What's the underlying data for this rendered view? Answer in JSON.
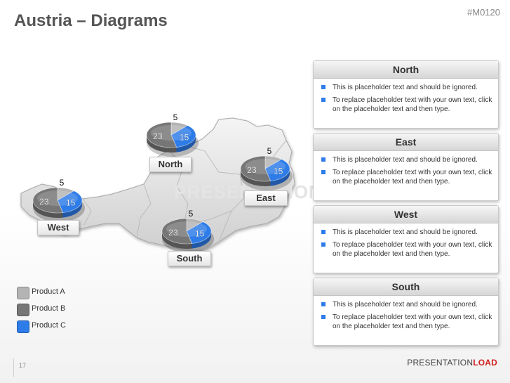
{
  "slide": {
    "title": "Austria – Diagrams",
    "code": "#M0120",
    "watermark": "PRESENTATIONLOAD",
    "page_number": "17",
    "brand_part1": "PRESENTATION",
    "brand_part2": "LOAD"
  },
  "colors": {
    "product_a": "#b4b4b4",
    "product_b": "#767676",
    "product_c": "#2e7ce8",
    "bullet": "#2e7ce8"
  },
  "legend": [
    {
      "label": "Product A",
      "color": "#b4b4b4"
    },
    {
      "label": "Product B",
      "color": "#767676"
    },
    {
      "label": "Product C",
      "color": "#2e7ce8"
    }
  ],
  "regions": [
    {
      "name": "North",
      "product_a": 5,
      "product_b": 23,
      "product_c": 15
    },
    {
      "name": "East",
      "product_a": 5,
      "product_b": 23,
      "product_c": 15
    },
    {
      "name": "West",
      "product_a": 5,
      "product_b": 23,
      "product_c": 15
    },
    {
      "name": "South",
      "product_a": 5,
      "product_b": 23,
      "product_c": 15
    }
  ],
  "panels": [
    {
      "title": "North",
      "bullets": [
        "This is placeholder text and should be ignored.",
        "To replace placeholder text with your own text, click on the placeholder text and then type."
      ]
    },
    {
      "title": "East",
      "bullets": [
        "This is placeholder text and should be ignored.",
        "To replace placeholder text with your own text, click on the placeholder text and then type."
      ]
    },
    {
      "title": "West",
      "bullets": [
        "This is placeholder text and should be ignored.",
        "To replace placeholder text with your own text, click on the placeholder text and then type."
      ]
    },
    {
      "title": "South",
      "bullets": [
        "This is placeholder text and should be ignored.",
        "To replace placeholder text with your own text, click on the placeholder text and then type."
      ]
    }
  ]
}
